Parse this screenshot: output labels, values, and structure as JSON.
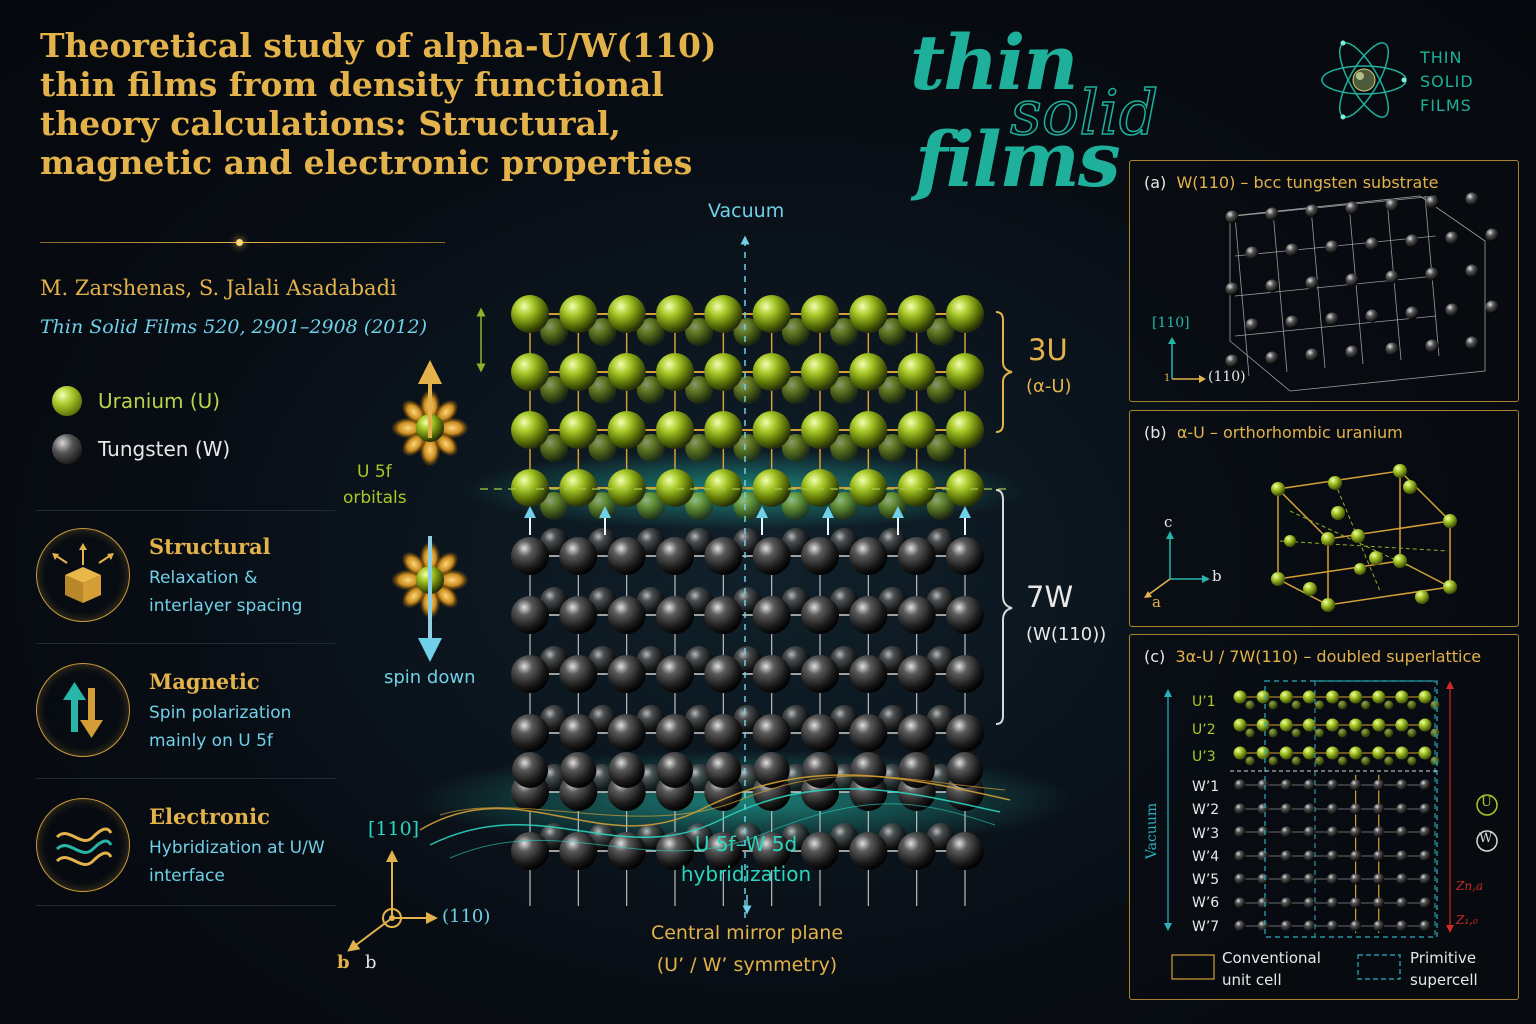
{
  "title": "Theoretical study of alpha-U/W(110) thin films from density functional theory calculations: Structural, magnetic and electronic properties",
  "authors": "M. Zarshenas, S. Jalali Asadabadi",
  "citation": "Thin Solid Films 520, 2901–2908 (2012)",
  "legend": {
    "uranium": "Uranium (U)",
    "tungsten": "Tungsten (W)"
  },
  "properties": [
    {
      "title": "Structural",
      "desc": "Relaxation & interlayer spacing",
      "icon": "cube-icon"
    },
    {
      "title": "Magnetic",
      "desc": "Spin polarization mainly on U 5f",
      "icon": "spin-arrows-icon"
    },
    {
      "title": "Electronic",
      "desc": "Hybridization at U/W interface",
      "icon": "wave-icon"
    }
  ],
  "brand": {
    "word1": "thin",
    "word2": "solid",
    "word3": "films",
    "logo_line1": "THIN",
    "logo_line2": "SOLID",
    "logo_line3": "FILMS"
  },
  "main_diagram": {
    "vacuum": "Vacuum",
    "u_block": "3U",
    "u_block_sub": "(α-U)",
    "w_block": "7W",
    "w_block_sub": "(W(110))",
    "orbital_label_line1": "U 5f",
    "orbital_label_line2": "orbitals",
    "spin_down": "spin down",
    "hybrid_line1": "U 5f–W 5d",
    "hybrid_line2": "hybridization",
    "mirror_line1": "Central mirror plane",
    "mirror_line2": "(U’ / W’ symmetry)",
    "axis_up": "[110]",
    "axis_right": "(110)",
    "axis_b1": "b",
    "axis_b2": "b",
    "u_layers": 4,
    "w_layers": 6,
    "columns": 10
  },
  "panel_a": {
    "label": "(a)",
    "text": "W(110)  – bcc tungsten substrate",
    "axis_up": "[110]",
    "axis_right": "(110)",
    "axis_diag": "1"
  },
  "panel_b": {
    "label": "(b)",
    "text": "α-U  – orthorhombic uranium",
    "axis_c": "c",
    "axis_b": "b",
    "axis_a": "a"
  },
  "panel_c": {
    "label": "(c)",
    "text": "3α-U / 7W(110)  – doubled superlattice",
    "u_layers": [
      "U’1",
      "U’2",
      "U’3"
    ],
    "w_layers": [
      "W’1",
      "W’2",
      "W’3",
      "W’4",
      "W’5",
      "W’6",
      "W’7"
    ],
    "vacuum_vertical": "Vacuum",
    "z1": "Zn,a",
    "z2": "Z₁,₀",
    "legend_u": "U",
    "legend_w": "W",
    "cell1_line1": "Conventional",
    "cell1_line2": "unit cell",
    "cell2_line1": "Primitive",
    "cell2_line2": "supercell"
  },
  "colors": {
    "gold": "#e3b24a",
    "cyan": "#6fd0e8",
    "teal": "#1fb09c",
    "uranium": "#a8c828",
    "tungsten": "#2a2a2a"
  }
}
